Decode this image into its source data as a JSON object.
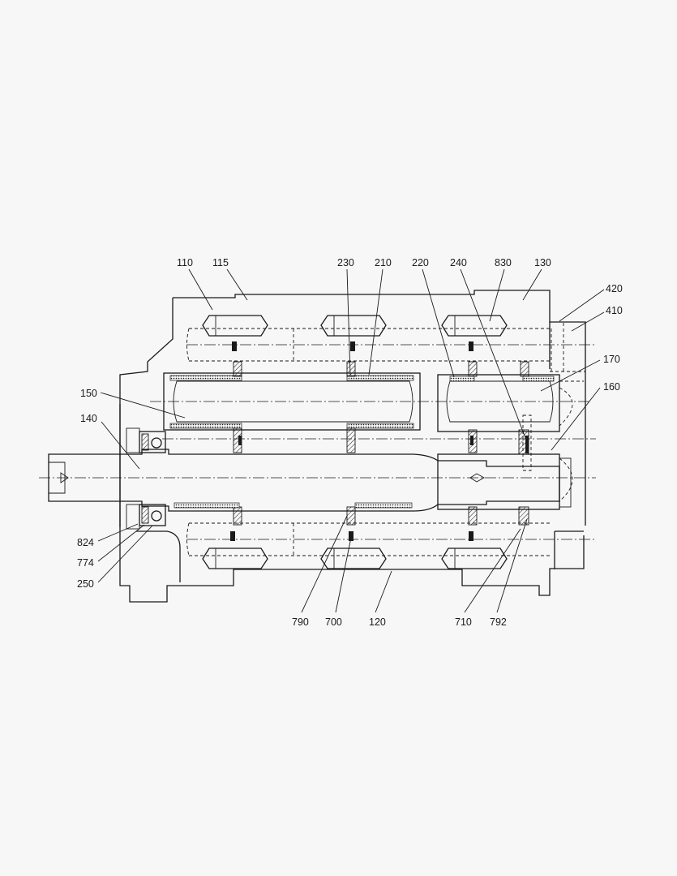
{
  "colors": {
    "background": "#f7f7f7",
    "ink": "#1a1a1a"
  },
  "labels": {
    "l110": "110",
    "l115": "115",
    "l230": "230",
    "l210": "210",
    "l220": "220",
    "l240": "240",
    "l830": "830",
    "l130": "130",
    "l420": "420",
    "l410": "410",
    "l170": "170",
    "l160": "160",
    "l150": "150",
    "l140": "140",
    "l824": "824",
    "l774": "774",
    "l250": "250",
    "l790": "790",
    "l700": "700",
    "l120": "120",
    "l710": "710",
    "l792": "792"
  }
}
